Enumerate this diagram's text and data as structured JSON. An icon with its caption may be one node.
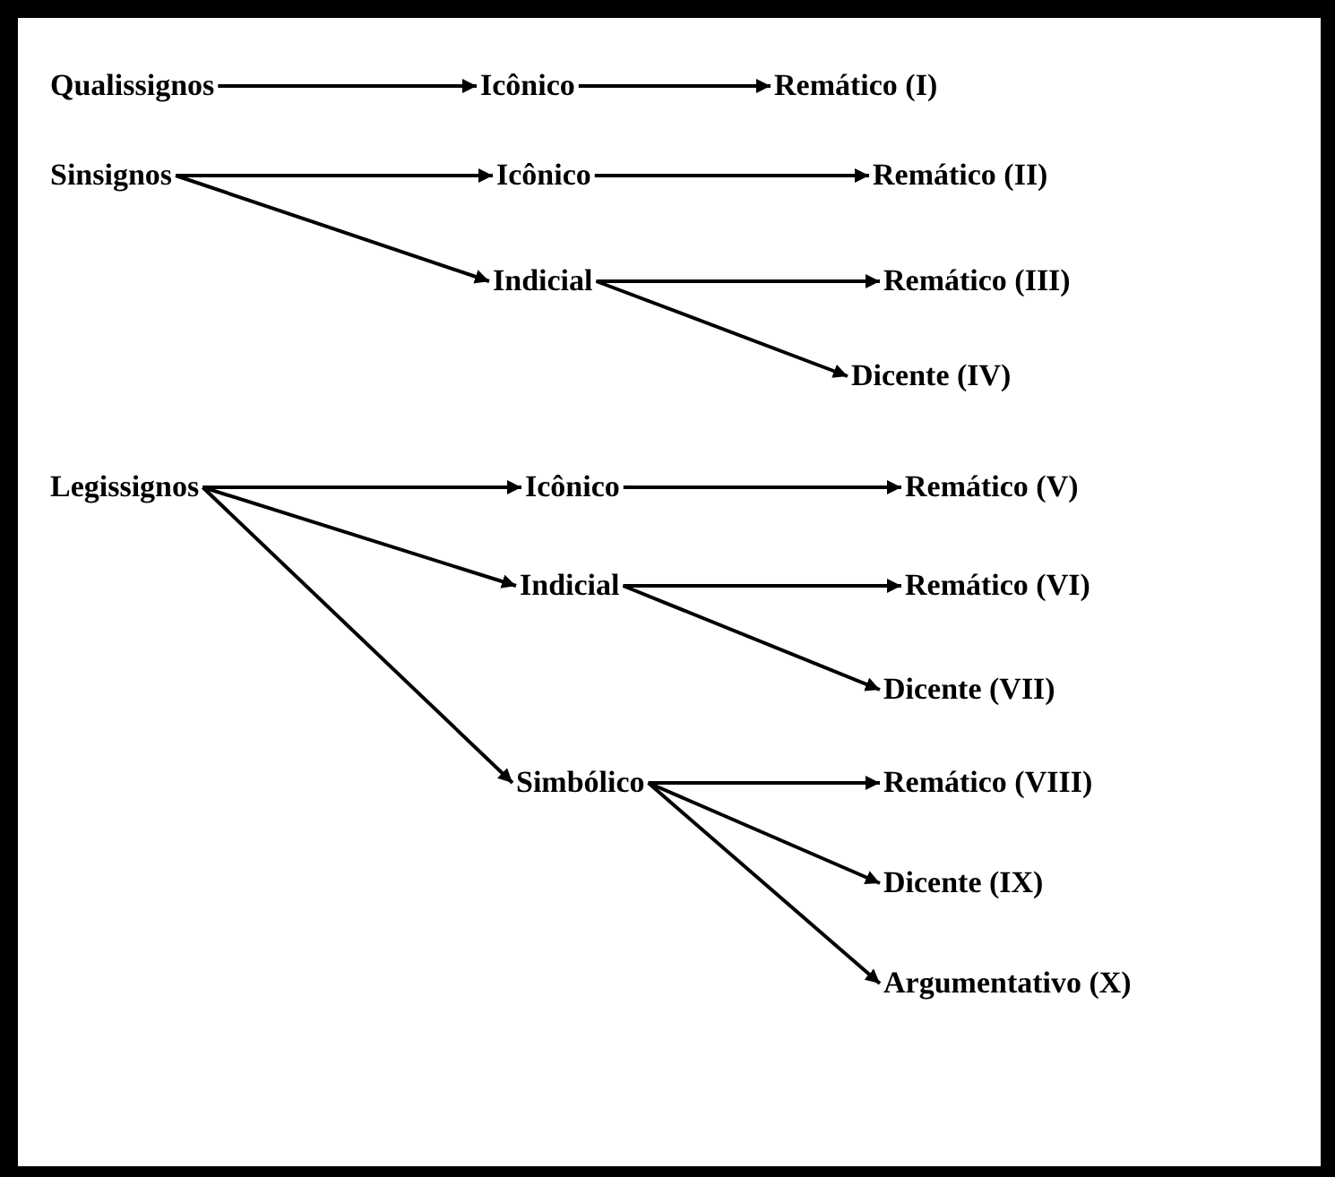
{
  "diagram": {
    "nodes": [
      {
        "text": [
          "Qualissignos"
        ]
      },
      {
        "text": [
          "Icônico"
        ]
      },
      {
        "text": [
          "Remático (I)"
        ]
      },
      {
        "text": [
          "Sinsignos"
        ]
      },
      {
        "text": [
          "Icônico"
        ]
      },
      {
        "text": [
          "Remático (II)"
        ]
      },
      {
        "text": [
          "Indicial"
        ]
      },
      {
        "text": [
          "Remático (III)"
        ]
      },
      {
        "text": [
          "Dicente (IV)"
        ]
      },
      {
        "text": [
          "Legissignos"
        ]
      },
      {
        "text": [
          "Icônico"
        ]
      },
      {
        "text": [
          "Remático (V)"
        ]
      },
      {
        "text": [
          "Indicial"
        ]
      },
      {
        "text": [
          "Remático (VI)"
        ]
      },
      {
        "text": [
          "Dicente (VII)"
        ]
      },
      {
        "text": [
          "Simbólico"
        ]
      },
      {
        "text": [
          "Remático (VIII)"
        ]
      },
      {
        "text": [
          "Dicente (IX)"
        ]
      },
      {
        "text": [
          "Argumentativo (X)"
        ]
      }
    ],
    "edges": [
      {
        "from": 0,
        "to": 1,
        "arrow": "to"
      },
      {
        "from": 1,
        "to": 2,
        "arrow": "to"
      },
      {
        "from": 3,
        "to": 4,
        "arrow": "to"
      },
      {
        "from": 4,
        "to": 5,
        "arrow": "to"
      },
      {
        "from": 3,
        "to": 6,
        "arrow": "to"
      },
      {
        "from": 6,
        "to": 7,
        "arrow": "to"
      },
      {
        "from": 6,
        "to": 8,
        "arrow": "to"
      },
      {
        "from": 9,
        "to": 10,
        "arrow": "to"
      },
      {
        "from": 10,
        "to": 11,
        "arrow": "to"
      },
      {
        "from": 9,
        "to": 12,
        "arrow": "to"
      },
      {
        "from": 12,
        "to": 13,
        "arrow": "to"
      },
      {
        "from": 12,
        "to": 14,
        "arrow": "to"
      },
      {
        "from": 9,
        "to": 15,
        "arrow": "to"
      },
      {
        "from": 15,
        "to": 16,
        "arrow": "to"
      },
      {
        "from": 15,
        "to": 17,
        "arrow": "to"
      },
      {
        "from": 15,
        "to": 18,
        "arrow": "to"
      }
    ]
  }
}
